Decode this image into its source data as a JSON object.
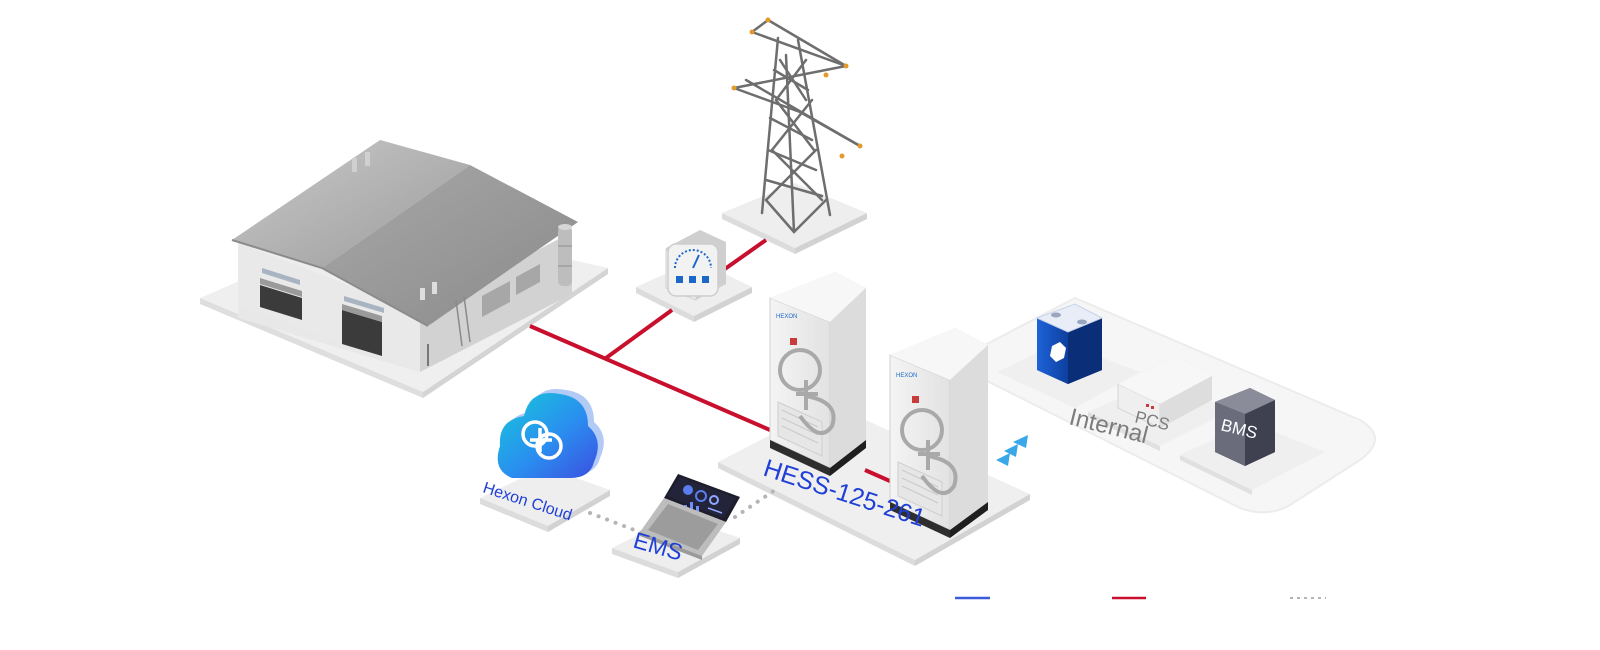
{
  "labels": {
    "cloud": "Hexon Cloud",
    "ems": "EMS",
    "hess": "HESS-125-261",
    "internal": "Internal",
    "pcs": "PCS",
    "bms": "BMS"
  },
  "colors": {
    "power_line": "#c8102e",
    "comm_line": "#3b5bdb",
    "data_line": "#b5b5b5",
    "label_blue": "#1f3fd6",
    "signal": "#3aa8e8"
  },
  "icons": {
    "warehouse": "warehouse-icon",
    "tower": "transmission-tower-icon",
    "meter": "power-meter-icon",
    "cloud": "cloud-icon",
    "laptop": "laptop-icon",
    "cabinet": "battery-cabinet-icon",
    "cell": "battery-cell-icon",
    "pcs": "pcs-unit-icon",
    "bms": "bms-module-icon"
  }
}
